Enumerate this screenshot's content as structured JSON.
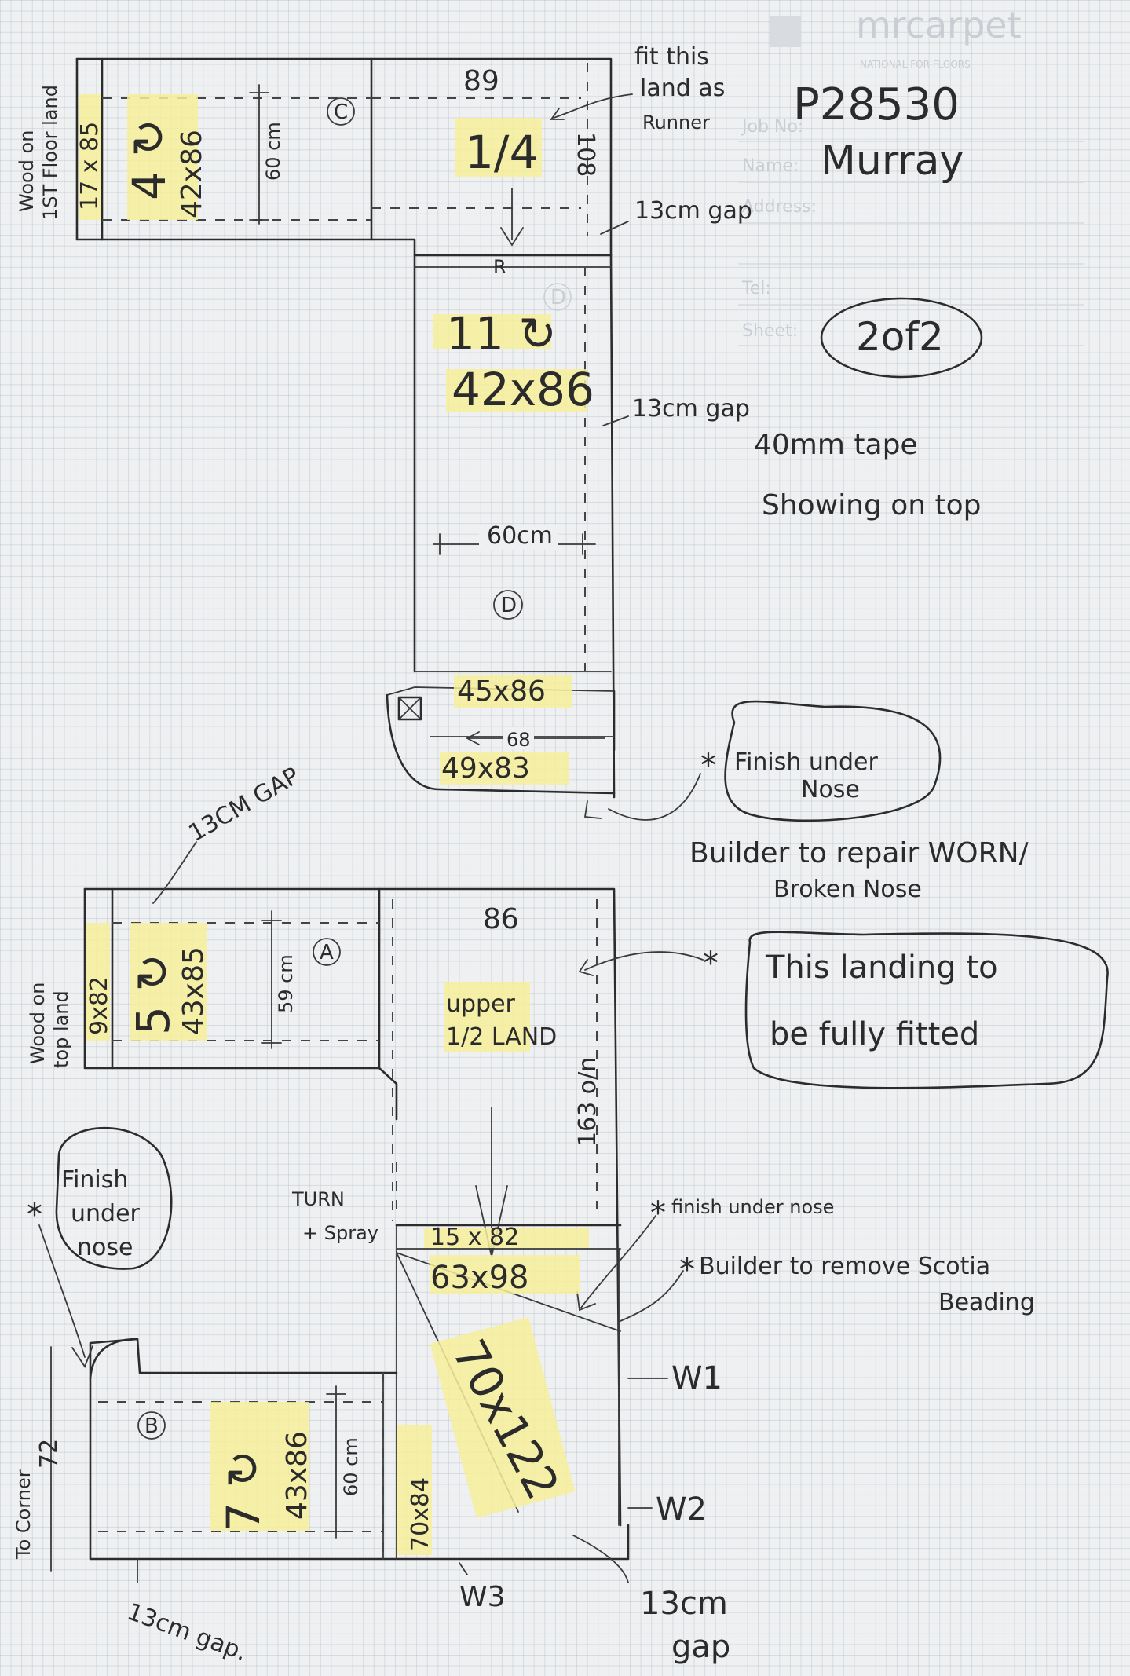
{
  "header": {
    "logo_text": "mrcarpet",
    "logo_tagline": "NATIONAL FOR FLOORS",
    "form_labels": {
      "job_no": "Job No:",
      "name": "Name:",
      "address": "Address:",
      "tel": "Tel:",
      "sheet": "Sheet:"
    },
    "job_number": "P28530",
    "customer_name": "Murray",
    "sheet_value": "2of2"
  },
  "upper_landing": {
    "wood_label_line1": "Wood on",
    "wood_label_line2": "1ST Floor land",
    "wood_strip_size": "17 x 85",
    "steps_count": "4 ↻",
    "steps_size": "42x86",
    "circle_c": "C",
    "width_60": "60 cm",
    "quarter_width": "89",
    "quarter_label": "1/4",
    "quarter_depth": "108",
    "fit_note_line1": "fit this",
    "fit_note_line2": "land as",
    "fit_note_line3": "Runner",
    "gap_note_1": "13cm gap",
    "r_mark": "R",
    "circle_d_faint": "D",
    "flight_steps": "11 ↻",
    "flight_size": "42x86",
    "gap_note_2": "13cm gap",
    "tape_note_line1": "40mm tape",
    "tape_note_line2": "Showing on top",
    "width_60b": "60cm",
    "circle_d": "D",
    "bottom_step_1": "45x86",
    "bottom_width": "68",
    "bottom_step_2": "49x83",
    "finish_note_line1": "Finish under",
    "finish_note_line2": "Nose",
    "builder_note_line1": "Builder to repair WORN/",
    "builder_note_line2": "Broken Nose"
  },
  "lower_landing": {
    "gap_label": "13CM GAP",
    "wood_label_line1": "Wood on",
    "wood_label_line2": "top land",
    "wood_strip_size": "9x82",
    "steps_count": "5 ↻",
    "steps_size": "43x85",
    "width_59": "59 cm",
    "circle_a": "A",
    "half_width": "86",
    "half_label_line1": "upper",
    "half_label_line2": "1/2 LAND",
    "half_depth": "163 o/n",
    "fully_fitted_line1": "This landing to",
    "fully_fitted_line2": "be fully fitted",
    "turn_note_line1": "TURN",
    "turn_note_line2": "+ Spray",
    "finish_bubble_line1": "Finish",
    "finish_bubble_line2": "under",
    "finish_bubble_line3": "nose",
    "finish_under_nose": "finish under nose",
    "scotia_line1": "Builder to remove Scotia",
    "scotia_line2": "Beading",
    "strip_size": "15 x 82",
    "w1_size": "63x98",
    "w1": "W1",
    "w2_size": "70x122",
    "w2": "W2",
    "w3_size": "70x84",
    "w3": "W3",
    "corner_label": "To Corner",
    "corner_value": "72",
    "circle_b": "B",
    "flight_steps": "7 ↻",
    "flight_size": "43x86",
    "width_60": "60 cm",
    "gap_left": "13cm gap.",
    "gap_right_line1": "13cm",
    "gap_right_line2": "gap"
  }
}
